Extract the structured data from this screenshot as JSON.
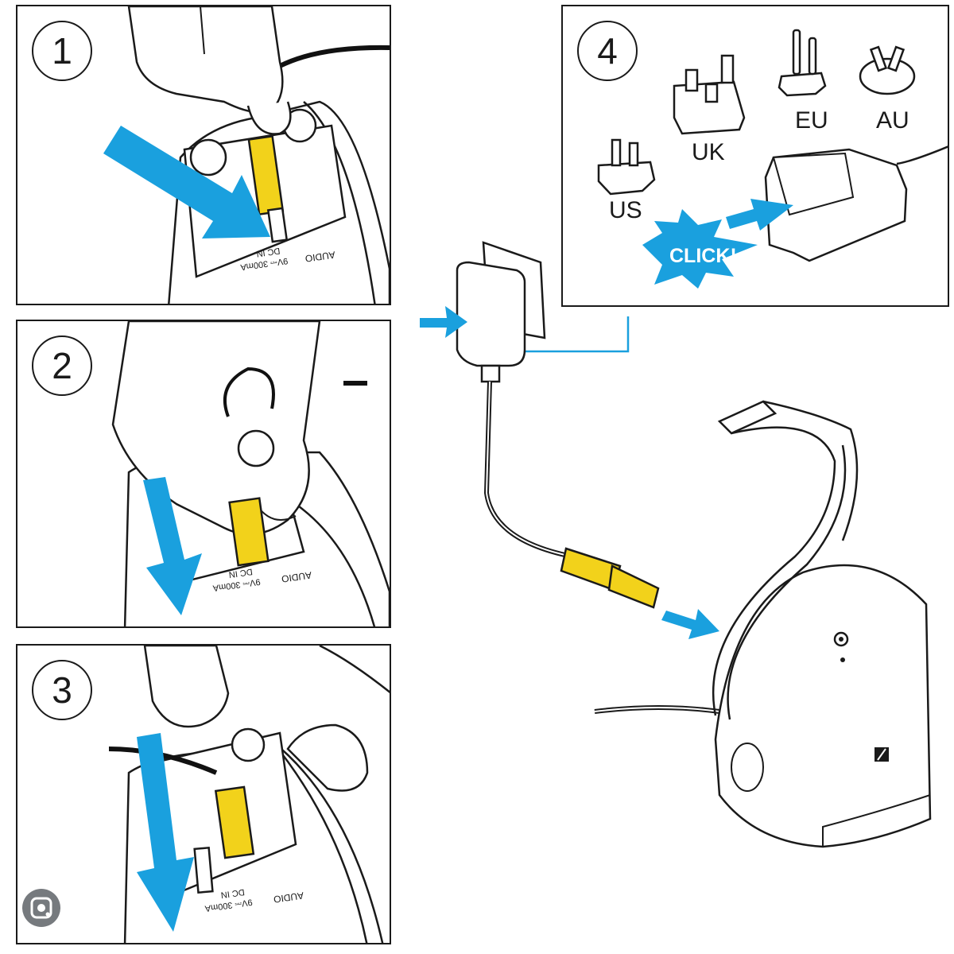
{
  "steps": [
    {
      "number": "1",
      "port_labels": {
        "audio": "AUDIO",
        "dc_in": "DC IN",
        "rating": "9V⎓ 300mA"
      }
    },
    {
      "number": "2",
      "port_labels": {
        "audio": "AUDIO",
        "dc_in": "DC IN",
        "rating": "9V⎓ 300mA"
      }
    },
    {
      "number": "3",
      "port_labels": {
        "audio": "AUDIO",
        "dc_in": "DC IN",
        "rating": "9V⎓ 300mA"
      }
    },
    {
      "number": "4"
    }
  ],
  "plug_adapters": [
    {
      "region": "US"
    },
    {
      "region": "UK"
    },
    {
      "region": "EU"
    },
    {
      "region": "AU"
    }
  ],
  "click_callout": "CLICK!",
  "colors": {
    "arrow": "#1aa0de",
    "connector": "#f2d21b",
    "outline": "#1a1a1a"
  },
  "icons": {
    "corner_overlay": "google-lens-icon"
  }
}
